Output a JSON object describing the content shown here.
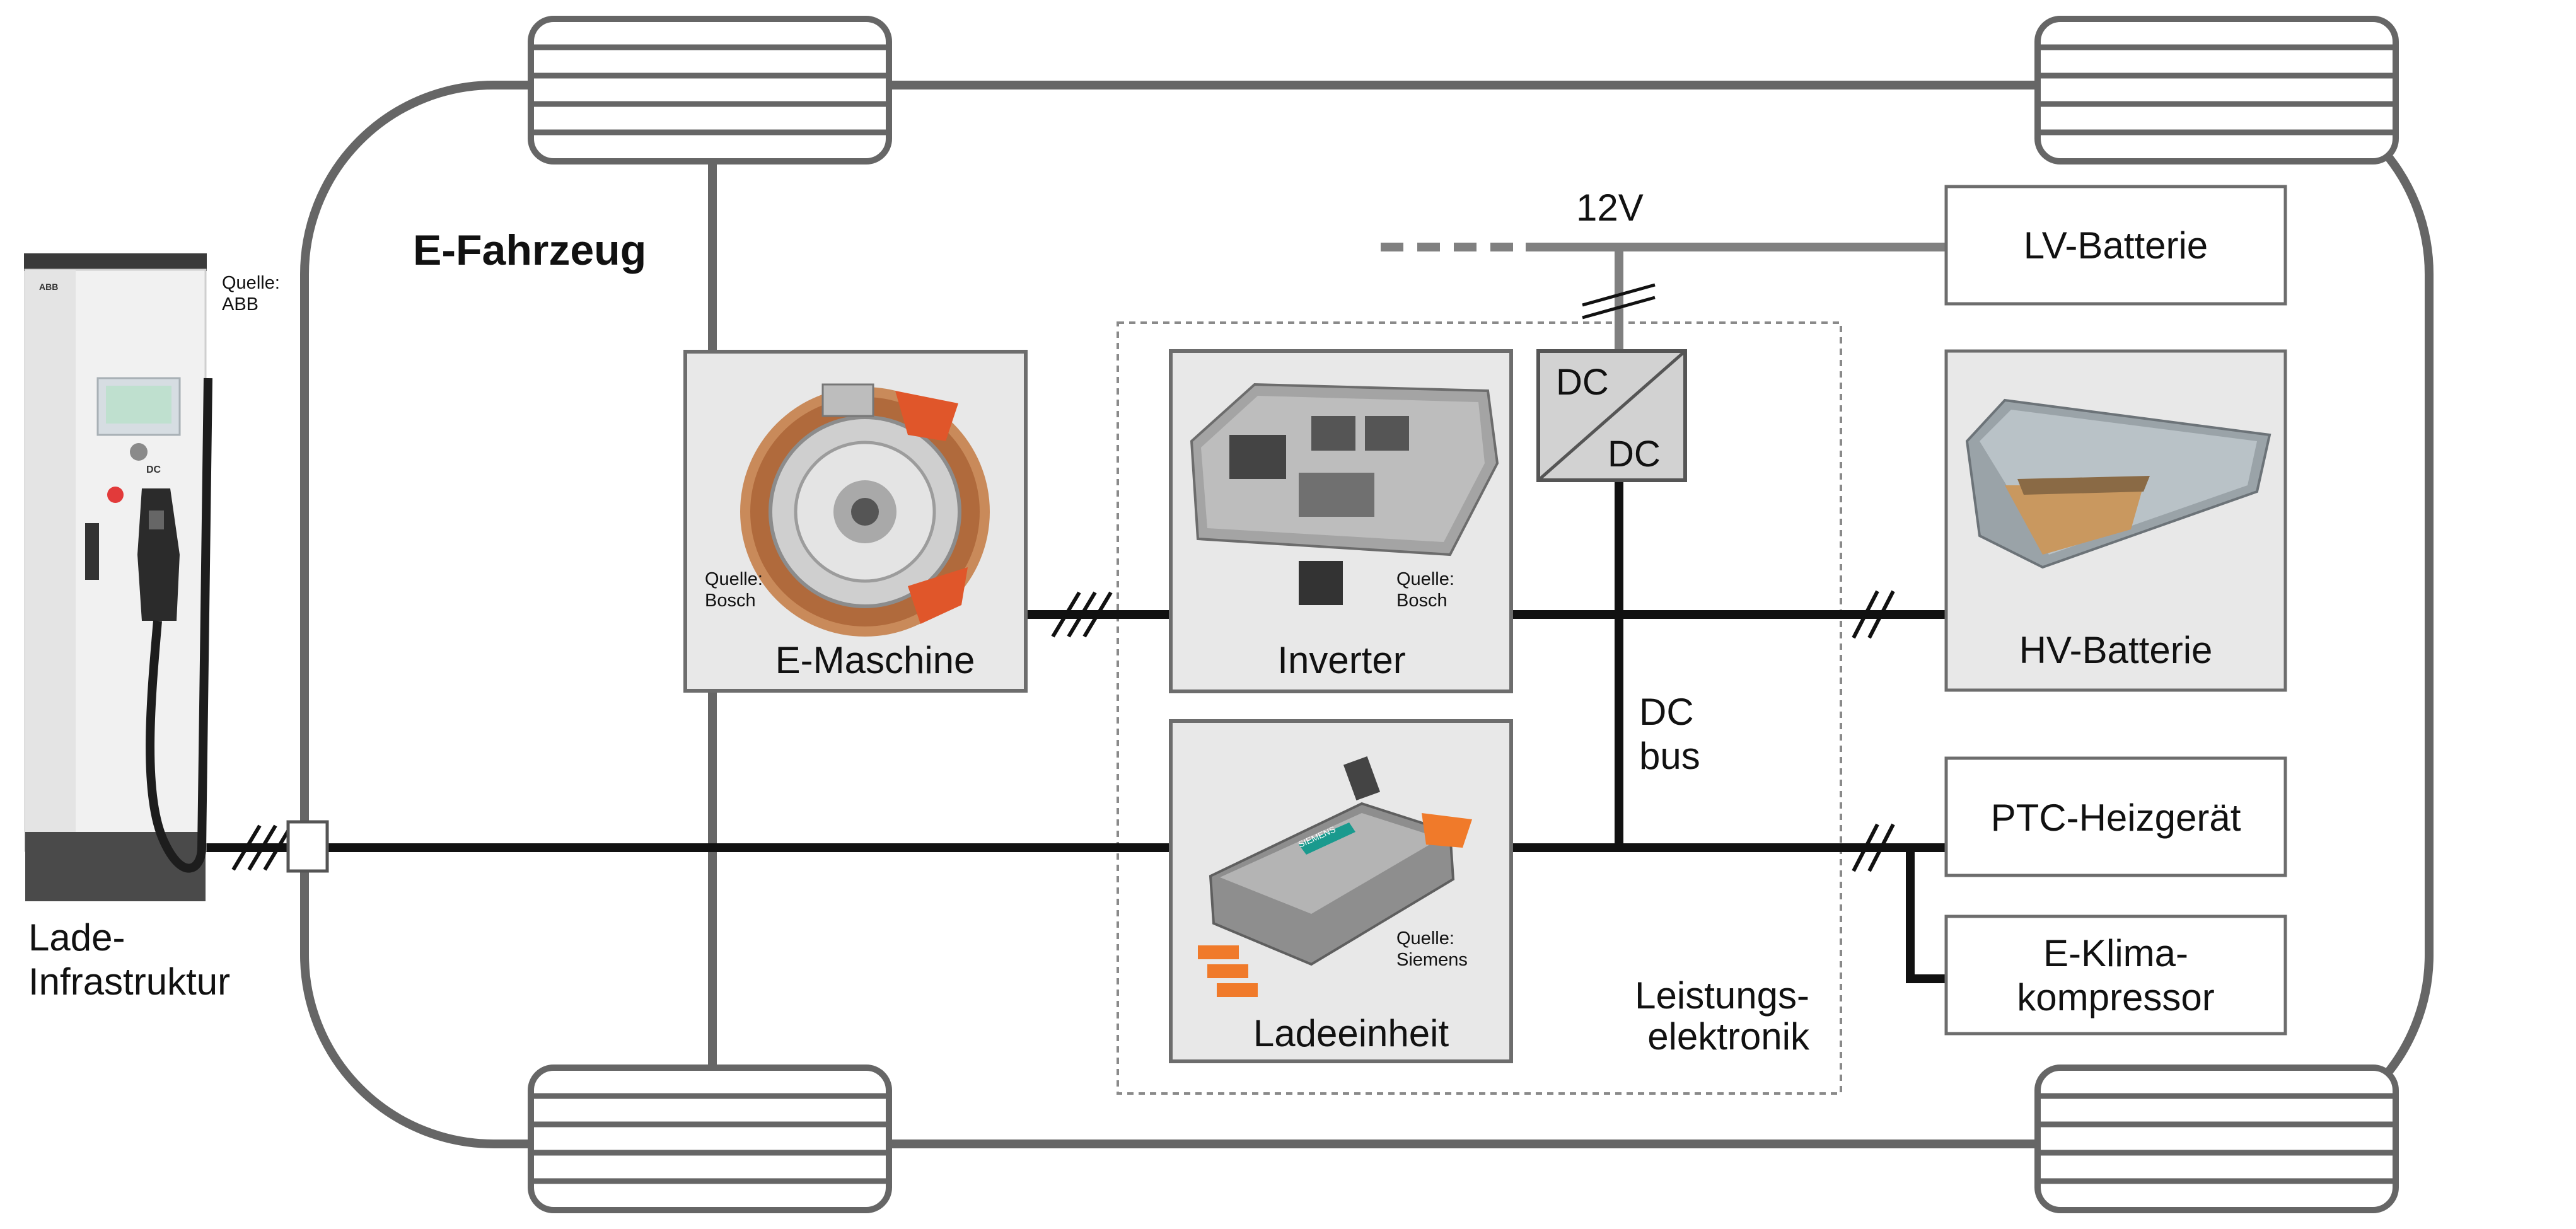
{
  "vehicle_title": "E-Fahrzeug",
  "charger": {
    "label_line1": "Lade-",
    "label_line2": "Infrastruktur",
    "source_line1": "Quelle:",
    "source_line2": "ABB",
    "brand": "ABB",
    "badge": "DC"
  },
  "voltage_12v": "12V",
  "dcdc": {
    "top": "DC",
    "bottom": "DC"
  },
  "dc_bus": {
    "line1": "DC",
    "line2": "bus"
  },
  "power_electronics": {
    "line1": "Leistungs-",
    "line2": "elektronik"
  },
  "components": {
    "e_machine": {
      "label": "E-Maschine",
      "source_line1": "Quelle:",
      "source_line2": "Bosch"
    },
    "inverter": {
      "label": "Inverter",
      "source_line1": "Quelle:",
      "source_line2": "Bosch"
    },
    "charging_unit": {
      "label": "Ladeeinheit",
      "source_line1": "Quelle:",
      "source_line2": "Siemens",
      "brand": "SIEMENS"
    },
    "lv_battery": {
      "label": "LV-Batterie"
    },
    "hv_battery": {
      "label": "HV-Batterie"
    },
    "ptc_heater": {
      "label": "PTC-Heizgerät"
    },
    "e_compressor": {
      "label_line1": "E-Klima-",
      "label_line2": "kompressor"
    }
  },
  "colors": {
    "chassis": "#666666",
    "power_line": "#111111",
    "lv_line": "#808080",
    "box_fill": "#e8e8e8",
    "box_stroke": "#6d6d6d",
    "motor_accent": "#e0562a",
    "charger_plug": "#f07a2a",
    "siemens_teal": "#1a9a8e"
  }
}
